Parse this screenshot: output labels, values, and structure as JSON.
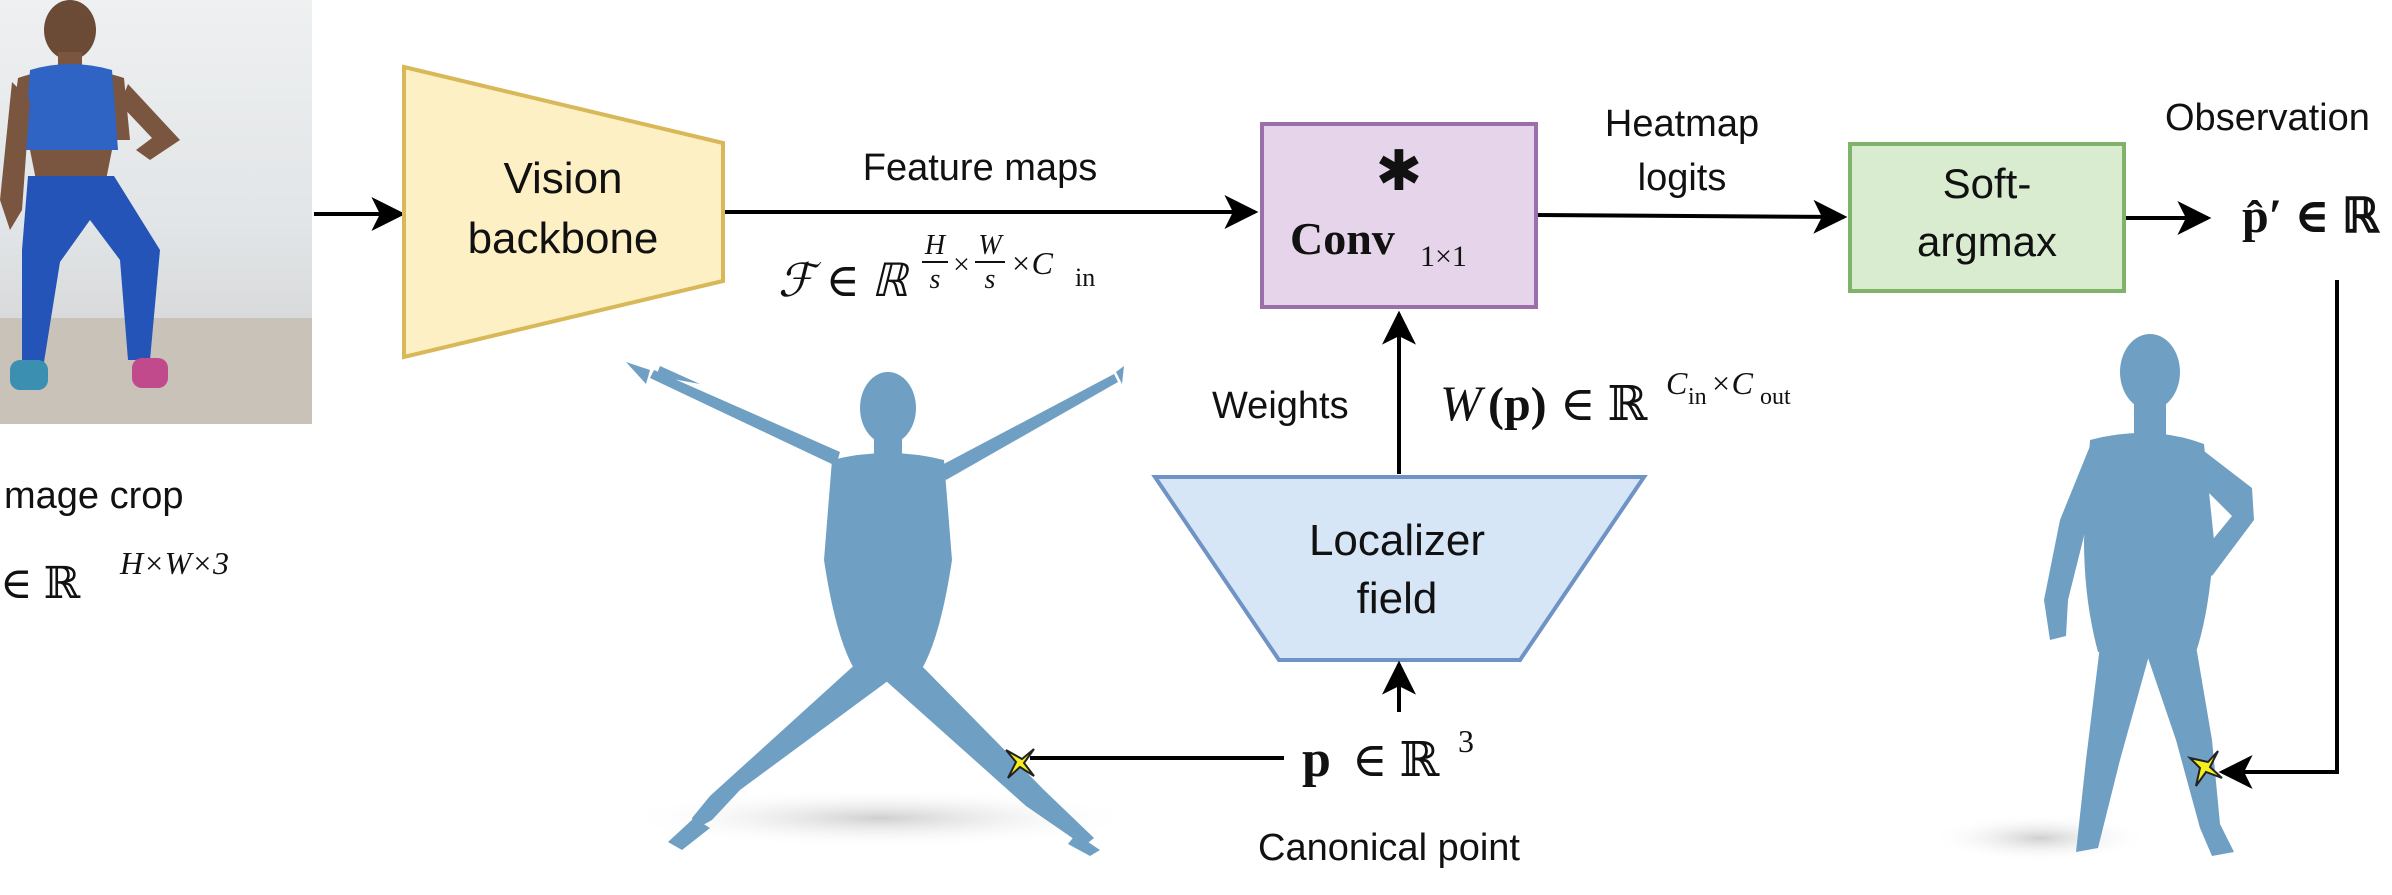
{
  "input": {
    "label": "mage crop",
    "math": "∈ ℝ",
    "math_sup": "H×W×3"
  },
  "backbone": {
    "line1": "Vision",
    "line2": "backbone"
  },
  "feature_maps": {
    "label": "Feature maps",
    "math_lhs": "ℱ ∈ ℝ",
    "frac1_num": "H",
    "frac1_den": "s",
    "times": "×",
    "frac2_num": "W",
    "frac2_den": "s",
    "cin": "×C",
    "cin_sub": "in"
  },
  "conv": {
    "star": "✱",
    "name": "Conv",
    "sub": "1×1"
  },
  "heatmap": {
    "line1": "Heatmap",
    "line2": "logits"
  },
  "softargmax": {
    "line1": "Soft-",
    "line2": "argmax"
  },
  "observation": {
    "label": "Observation",
    "math": "p̂′ ∈ ℝ"
  },
  "weights": {
    "label": "Weights",
    "math_w": "W",
    "math_p": "(p)",
    "math_in": "∈ ℝ",
    "sup_c1": "C",
    "sub_in": "in",
    "sup_x": "×C",
    "sub_out": "out"
  },
  "localizer": {
    "line1": "Localizer",
    "line2": "field"
  },
  "canonical": {
    "math_p": "p",
    "math_in": "∈ ℝ",
    "sup": "3",
    "label": "Canonical point"
  },
  "colors": {
    "backbone_fill": "#fdf0c4",
    "backbone_stroke": "#d9b85a",
    "conv_fill": "#e6d5ea",
    "conv_stroke": "#9b6fac",
    "soft_fill": "#d9ecd0",
    "soft_stroke": "#7fb36a",
    "loc_fill": "#d6e6f7",
    "loc_stroke": "#6f93c4",
    "body": "#6f9fc2",
    "marker": "#f7ee1e"
  }
}
